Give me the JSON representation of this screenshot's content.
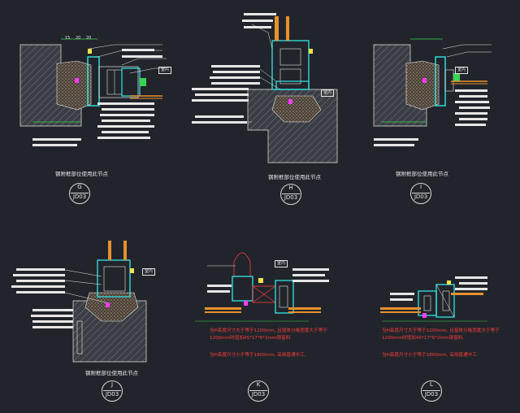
{
  "caption": "钢附框部位使用此节点",
  "note_red_1": "当H高度尺寸大于等于1200mm, 且窗体分格宽度大于等于1200mm时增加45*17*6*2mm钢窗料.",
  "note_red_2": "当H高度尺寸小于等于1800mm, 采用普通中工.",
  "tag": "室内",
  "dims": {
    "d1": "15",
    "d2": "20",
    "d3": "20"
  },
  "sheet": "JD03",
  "details": [
    {
      "id": "G",
      "label": "G",
      "sheet": "JD03"
    },
    {
      "id": "H",
      "label": "H",
      "sheet": "JD03"
    },
    {
      "id": "I",
      "label": "I",
      "sheet": "JD03"
    },
    {
      "id": "J",
      "label": "J",
      "sheet": "JD03"
    },
    {
      "id": "K",
      "label": "K",
      "sheet": "JD03"
    },
    {
      "id": "L",
      "label": "L",
      "sheet": "JD03"
    }
  ],
  "colors": {
    "background": "#21252b",
    "line": "#e6e6e6",
    "cyan": "#32e6e6",
    "magenta": "#ff3cff",
    "red": "#ff3b3b",
    "green": "#39d353",
    "yellow": "#f2e14c",
    "orange": "#e8912d"
  }
}
